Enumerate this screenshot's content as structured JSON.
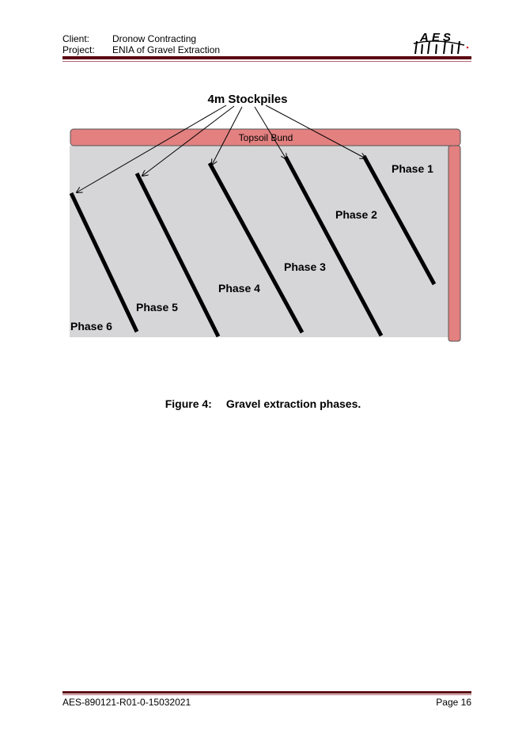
{
  "header": {
    "client_label": "Client:",
    "client_value": "Dronow Contracting",
    "project_label": "Project:",
    "project_value": "ENIA of Gravel Extraction",
    "logo_text": "AES"
  },
  "figure": {
    "stockpiles_label": "4m Stockpiles",
    "bund_label": "Topsoil Bund",
    "phases": [
      "Phase 1",
      "Phase 2",
      "Phase 3",
      "Phase 4",
      "Phase 5",
      "Phase 6"
    ],
    "colors": {
      "area": "#d6d6d9",
      "bund": "#e38080",
      "bund_stroke": "#555555"
    }
  },
  "caption": {
    "number": "Figure 4:",
    "text": "Gravel extraction phases."
  },
  "footer": {
    "doc_ref": "AES-890121-R01-0-15032021",
    "page": "Page 16"
  }
}
